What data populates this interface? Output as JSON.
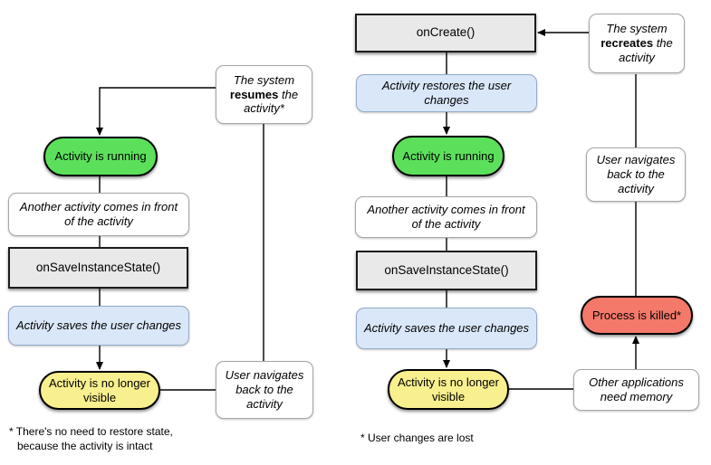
{
  "colors": {
    "green": "#5ce05c",
    "yellow": "#f8ef8e",
    "red": "#f4796b",
    "blue": "#d9e7f8",
    "gray": "#e9e9e9",
    "line": "#000000"
  },
  "left_chart": {
    "nodes": {
      "resumes_pre": "The system",
      "resumes_bold": "resumes",
      "resumes_post": "the activity*",
      "running": "Activity is running",
      "another_activity": "Another activity comes in front of the activity",
      "on_save": "onSaveInstanceState()",
      "saves_changes": "Activity saves the user changes",
      "no_longer_visible": "Activity is no longer visible",
      "user_navigates": "User navigates back to the activity"
    },
    "footnote_line1": "* There's no need to restore state,",
    "footnote_line2": "because the activity is intact"
  },
  "right_chart": {
    "nodes": {
      "on_create": "onCreate()",
      "recreates_pre": "The system",
      "recreates_bold": "recreates",
      "recreates_post": "the activity",
      "restores_changes": "Activity restores the user changes",
      "running": "Activity is running",
      "another_activity": "Another activity comes in front of the activity",
      "on_save": "onSaveInstanceState()",
      "saves_changes": "Activity saves the user changes",
      "no_longer_visible": "Activity is no longer visible",
      "user_navigates": "User navigates back to the activity",
      "process_killed": "Process is killed*",
      "other_apps": "Other applications need memory"
    },
    "footnote": "* User changes are lost"
  }
}
